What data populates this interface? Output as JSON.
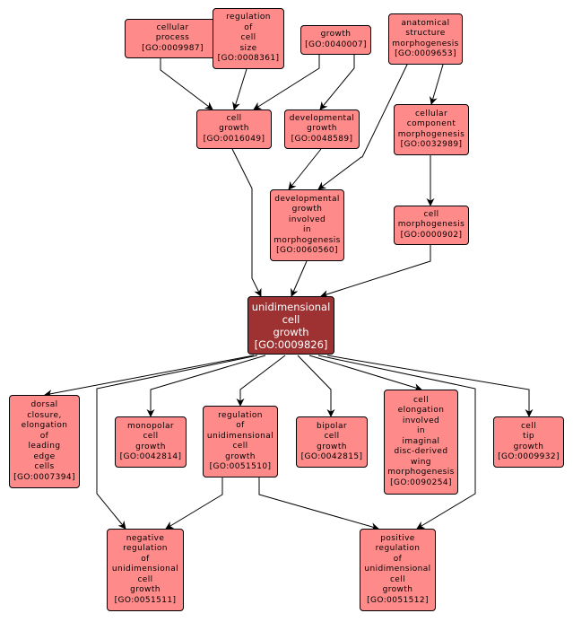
{
  "diagram": {
    "title": "GO term hierarchy: unidimensional cell growth",
    "colors": {
      "node_fill": "#ff8a8a",
      "focus_fill": "#9e3232",
      "edge": "#000000"
    },
    "nodes": [
      {
        "id": "GO:0009987",
        "lines": [
          "cellular",
          "process",
          "[GO:0009987]"
        ]
      },
      {
        "id": "GO:0008361",
        "lines": [
          "regulation",
          "of",
          "cell",
          "size",
          "[GO:0008361]"
        ]
      },
      {
        "id": "GO:0040007",
        "lines": [
          "growth",
          "[GO:0040007]"
        ]
      },
      {
        "id": "GO:0009653",
        "lines": [
          "anatomical",
          "structure",
          "morphogenesis",
          "[GO:0009653]"
        ]
      },
      {
        "id": "GO:0016049",
        "lines": [
          "cell",
          "growth",
          "[GO:0016049]"
        ]
      },
      {
        "id": "GO:0048589",
        "lines": [
          "developmental",
          "growth",
          "[GO:0048589]"
        ]
      },
      {
        "id": "GO:0032989",
        "lines": [
          "cellular",
          "component",
          "morphogenesis",
          "[GO:0032989]"
        ]
      },
      {
        "id": "GO:0060560",
        "lines": [
          "developmental",
          "growth",
          "involved",
          "in",
          "morphogenesis",
          "[GO:0060560]"
        ]
      },
      {
        "id": "GO:0000902",
        "lines": [
          "cell",
          "morphogenesis",
          "[GO:0000902]"
        ]
      },
      {
        "id": "GO:0009826",
        "lines": [
          "unidimensional",
          "cell",
          "growth",
          "[GO:0009826]"
        ],
        "focus": true
      },
      {
        "id": "GO:0007394",
        "lines": [
          "dorsal",
          "closure,",
          "elongation",
          "of",
          "leading",
          "edge",
          "cells",
          "[GO:0007394]"
        ]
      },
      {
        "id": "GO:0042814",
        "lines": [
          "monopolar",
          "cell",
          "growth",
          "[GO:0042814]"
        ]
      },
      {
        "id": "GO:0051510",
        "lines": [
          "regulation",
          "of",
          "unidimensional",
          "cell",
          "growth",
          "[GO:0051510]"
        ]
      },
      {
        "id": "GO:0042815",
        "lines": [
          "bipolar",
          "cell",
          "growth",
          "[GO:0042815]"
        ]
      },
      {
        "id": "GO:0090254",
        "lines": [
          "cell",
          "elongation",
          "involved",
          "in",
          "imaginal",
          "disc-derived",
          "wing",
          "morphogenesis",
          "[GO:0090254]"
        ]
      },
      {
        "id": "GO:0009932",
        "lines": [
          "cell",
          "tip",
          "growth",
          "[GO:0009932]"
        ]
      },
      {
        "id": "GO:0051511",
        "lines": [
          "negative",
          "regulation",
          "of",
          "unidimensional",
          "cell",
          "growth",
          "[GO:0051511]"
        ]
      },
      {
        "id": "GO:0051512",
        "lines": [
          "positive",
          "regulation",
          "of",
          "unidimensional",
          "cell",
          "growth",
          "[GO:0051512]"
        ]
      }
    ],
    "edges": [
      {
        "from": "GO:0009987",
        "to": "GO:0016049"
      },
      {
        "from": "GO:0008361",
        "to": "GO:0016049"
      },
      {
        "from": "GO:0040007",
        "to": "GO:0016049"
      },
      {
        "from": "GO:0040007",
        "to": "GO:0048589"
      },
      {
        "from": "GO:0009653",
        "to": "GO:0060560"
      },
      {
        "from": "GO:0009653",
        "to": "GO:0032989"
      },
      {
        "from": "GO:0048589",
        "to": "GO:0060560"
      },
      {
        "from": "GO:0032989",
        "to": "GO:0000902"
      },
      {
        "from": "GO:0016049",
        "to": "GO:0009826"
      },
      {
        "from": "GO:0060560",
        "to": "GO:0009826"
      },
      {
        "from": "GO:0000902",
        "to": "GO:0009826"
      },
      {
        "from": "GO:0009826",
        "to": "GO:0007394"
      },
      {
        "from": "GO:0009826",
        "to": "GO:0042814"
      },
      {
        "from": "GO:0009826",
        "to": "GO:0051510"
      },
      {
        "from": "GO:0009826",
        "to": "GO:0042815"
      },
      {
        "from": "GO:0009826",
        "to": "GO:0090254"
      },
      {
        "from": "GO:0009826",
        "to": "GO:0009932"
      },
      {
        "from": "GO:0009826",
        "to": "GO:0051511"
      },
      {
        "from": "GO:0009826",
        "to": "GO:0051512"
      },
      {
        "from": "GO:0051510",
        "to": "GO:0051511"
      },
      {
        "from": "GO:0051510",
        "to": "GO:0051512"
      }
    ]
  }
}
